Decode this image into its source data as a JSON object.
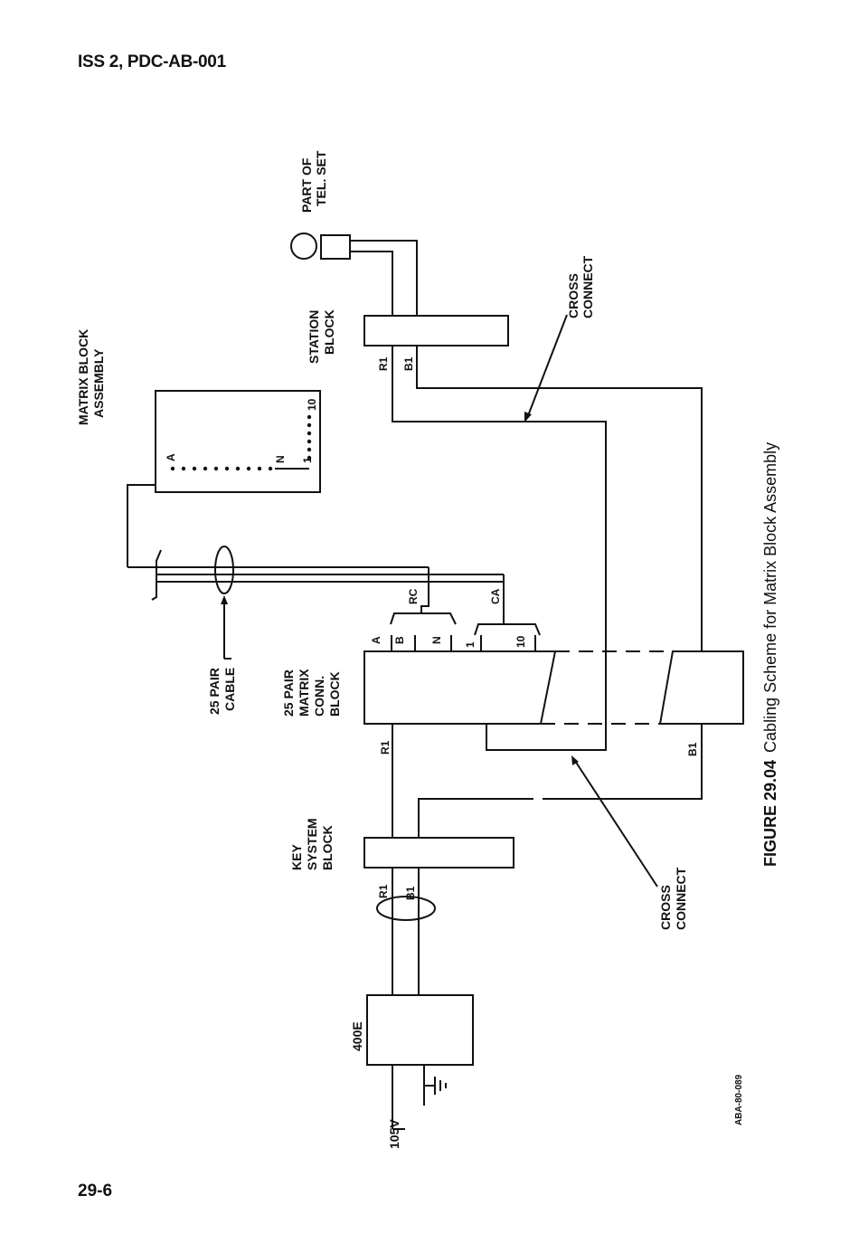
{
  "header": {
    "doc_id": "ISS 2, PDC-AB-001"
  },
  "footer": {
    "page_number": "29-6"
  },
  "caption": {
    "figure_number": "FIGURE 29.04",
    "figure_title": "Cabling Scheme for Matrix Block Assembly"
  },
  "drawing_code": "ABA-80-089",
  "labels": {
    "part_of_tel_set": [
      "PART OF",
      "TEL. SET"
    ],
    "station_block": [
      "STATION",
      "BLOCK"
    ],
    "matrix_block_assembly": [
      "MATRIX BLOCK",
      "ASSEMBLY"
    ],
    "pair_cable": [
      "25 PAIR",
      "CABLE"
    ],
    "matrix_conn_block": [
      "25 PAIR",
      "MATRIX",
      "CONN.",
      "BLOCK"
    ],
    "key_system_block": [
      "KEY",
      "SYSTEM",
      "BLOCK"
    ],
    "cross_connect_top": [
      "CROSS",
      "CONNECT"
    ],
    "cross_connect_bottom": [
      "CROSS",
      "CONNECT"
    ],
    "box_400e": "400E",
    "voltage": "105V"
  },
  "terminals": {
    "r1": "R1",
    "b1": "B1",
    "a": "A",
    "b": "B",
    "n": "N",
    "one": "1",
    "ten": "10",
    "rc": "RC",
    "ca": "CA"
  },
  "colors": {
    "ink": "#111111",
    "paper": "#ffffff"
  }
}
